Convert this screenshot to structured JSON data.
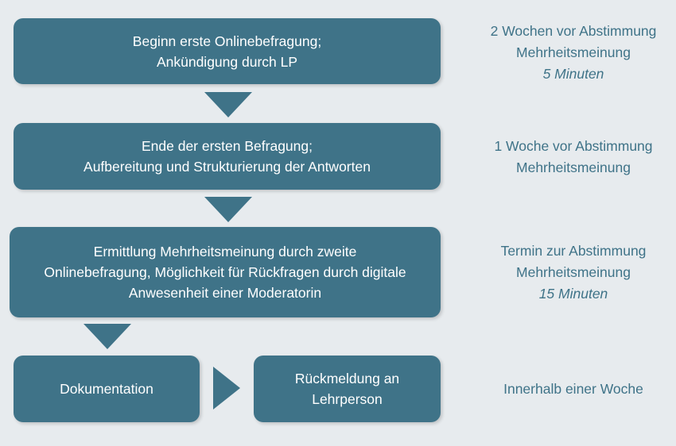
{
  "steps": {
    "s1": {
      "line1": "Beginn erste Onlinebefragung;",
      "line2": "Ankündigung durch LP"
    },
    "s2": {
      "line1": "Ende der ersten Befragung;",
      "line2": "Aufbereitung und Strukturierung der Antworten"
    },
    "s3": {
      "line1": "Ermittlung Mehrheitsmeinung durch zweite",
      "line2": "Onlinebefragung, Möglichkeit für Rückfragen durch digitale",
      "line3": "Anwesenheit einer Moderatorin"
    },
    "s4": {
      "line1": "Dokumentation"
    },
    "s5": {
      "line1": "Rückmeldung an",
      "line2": "Lehrperson"
    }
  },
  "notes": {
    "n1": {
      "line1": "2 Wochen vor Abstimmung",
      "line2": "Mehrheitsmeinung",
      "line3": "5 Minuten"
    },
    "n2": {
      "line1": "1 Woche vor Abstimmung",
      "line2": "Mehrheitsmeinung"
    },
    "n3": {
      "line1": "Termin zur Abstimmung",
      "line2": "Mehrheitsmeinung",
      "line3": "15 Minuten"
    },
    "n4": {
      "line1": "Innerhalb einer Woche"
    }
  },
  "colors": {
    "box": "#3f7388",
    "background": "#e7ebee",
    "note_text": "#3f7388"
  }
}
